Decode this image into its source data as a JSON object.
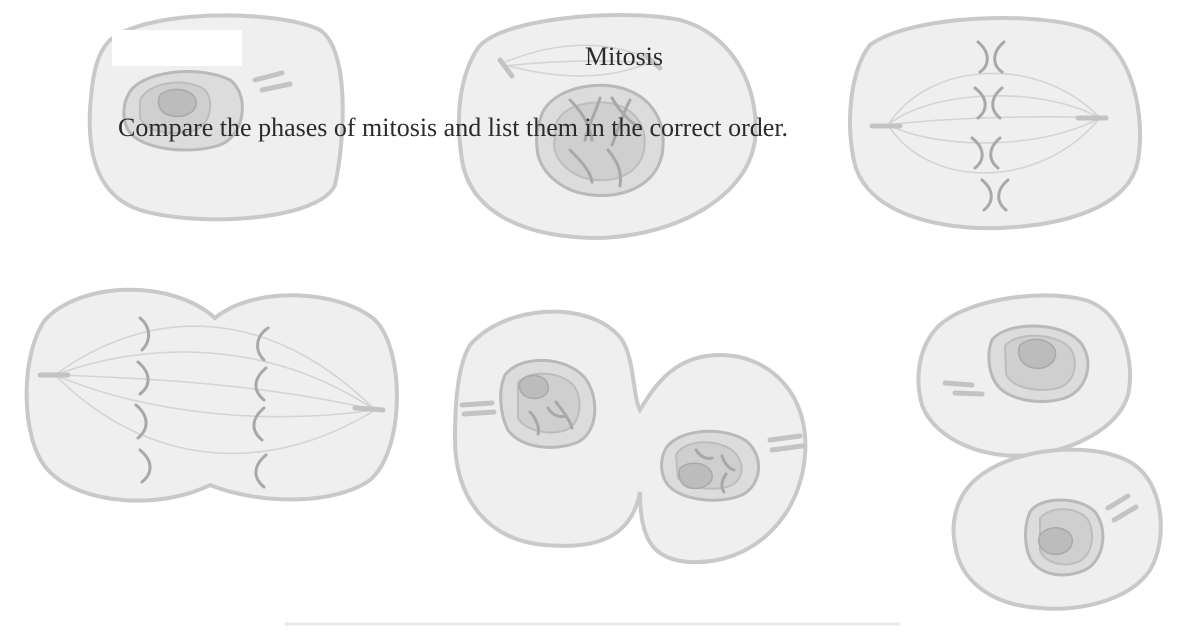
{
  "worksheet": {
    "title": "Mitosis",
    "instruction": "Compare the phases of mitosis and list them in the correct order."
  },
  "colors": {
    "text": "#2b2b2b",
    "cell_fill": "#efefef",
    "cell_outline": "#c9c9c9"
  },
  "illustration": {
    "cells": [
      "interphase-cell",
      "prophase-cell",
      "metaphase-cell",
      "anaphase-cell",
      "telophase-cell",
      "daughter-cells"
    ]
  }
}
